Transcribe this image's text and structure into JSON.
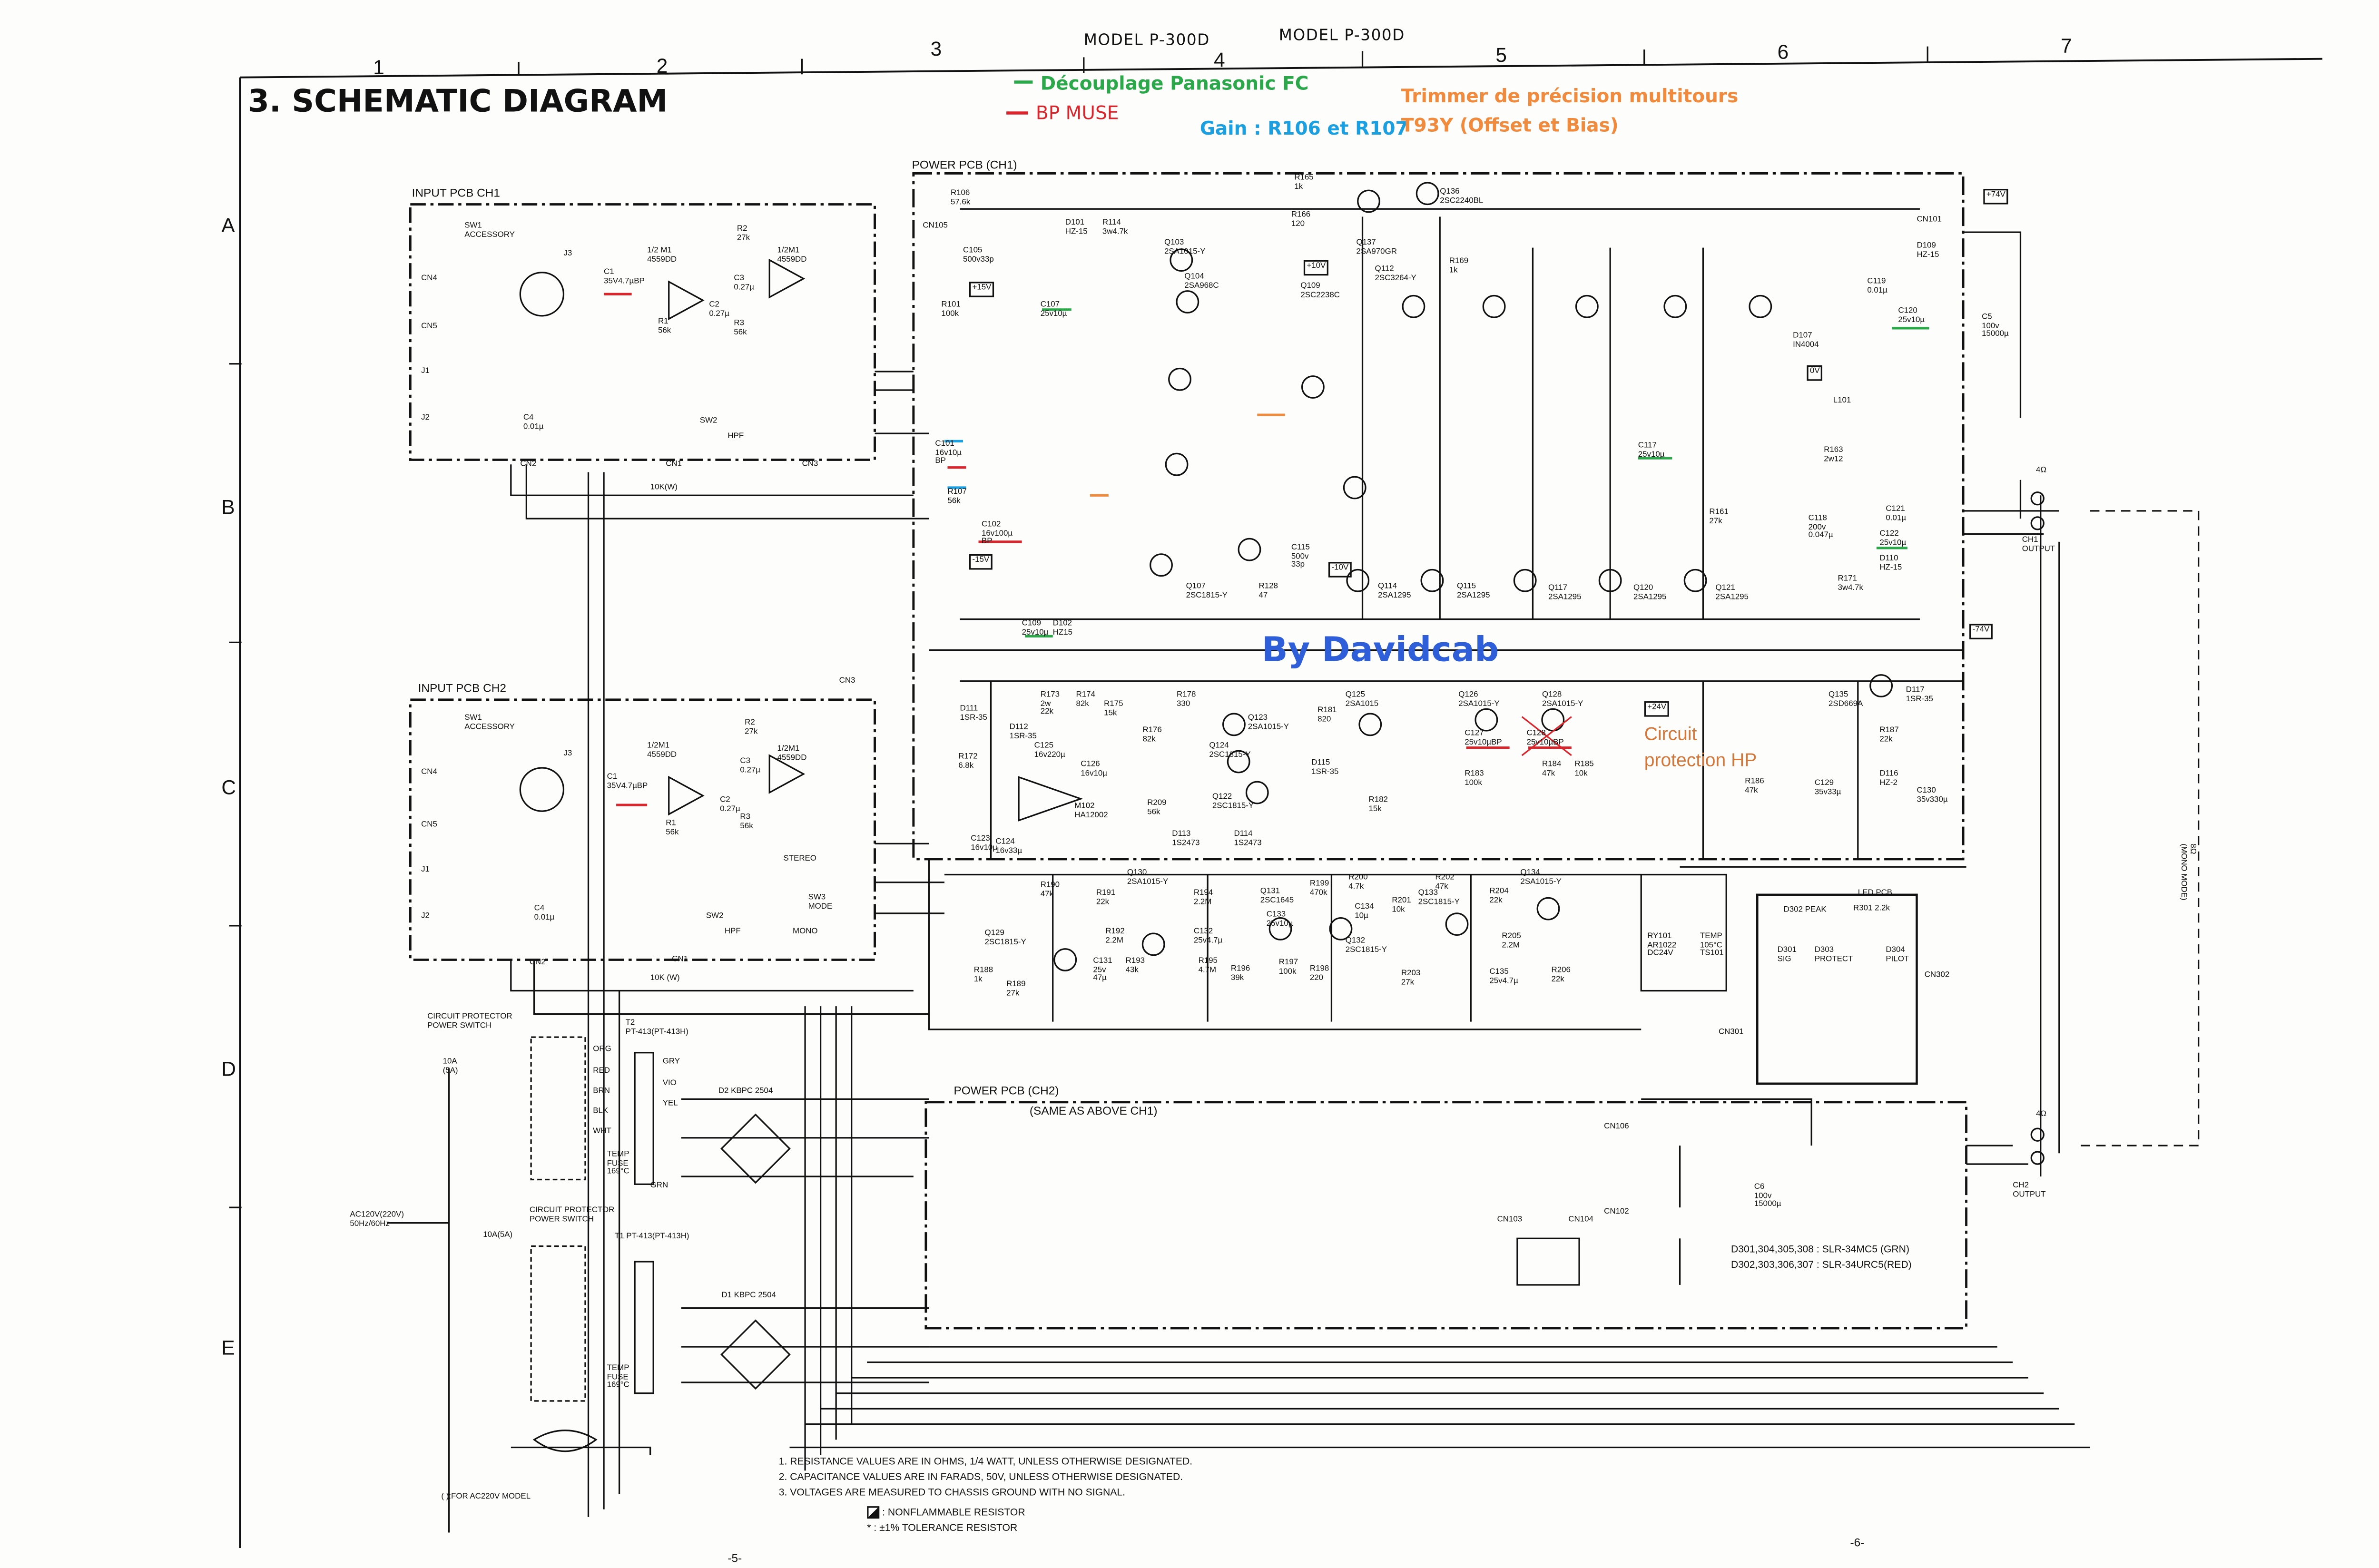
{
  "header": {
    "title": "3. SCHEMATIC DIAGRAM",
    "model_left": "MODEL P-300D",
    "model_right": "MODEL P-300D",
    "columns": [
      "1",
      "2",
      "3",
      "4",
      "5",
      "6",
      "7"
    ],
    "rows": [
      "A",
      "B",
      "C",
      "D",
      "E"
    ]
  },
  "annotations": {
    "decoupling": "Découplage Panasonic FC",
    "bp_muse": "BP MUSE",
    "gain": "Gain : R106 et R107",
    "trimmer_line1": "Trimmer de précision multitours",
    "trimmer_line2": "T93Y (Offset et Bias)",
    "watermark": "By Davidcab",
    "protection_line1": "Circuit",
    "protection_line2": "protection HP",
    "colors": {
      "green": "#2aa84a",
      "red": "#d9252b",
      "blue": "#1a9fe0",
      "orange": "#f08a3c",
      "watermark": "#2f5fd8"
    }
  },
  "blocks": {
    "input_ch1": "INPUT PCB CH1",
    "input_ch2": "INPUT PCB CH2",
    "power_ch1": "POWER PCB (CH1)",
    "power_ch2": "POWER PCB (CH2)",
    "power_ch2_note": "(SAME AS ABOVE CH1)",
    "led_pcb": "LED PCB",
    "breaker1": "CIRCUIT PROTECTOR\nPOWER SWITCH",
    "breaker2": "CIRCUIT PROTECTOR\nPOWER SWITCH",
    "t2": "T2\nPT-413(PT-413H)",
    "t1": "T1 PT-413(PT-413H)",
    "d2": "D2 KBPC 2504",
    "d1": "D1 KBPC 2504",
    "ac_input": "AC120V(220V)\n50Hz/60Hz",
    "ac220_note": "( ):FOR AC220V MODEL",
    "ch1_output": "CH1\nOUTPUT",
    "ch2_output": "CH2\nOUTPUT",
    "mono_mode": "8Ω\n(MONO MODE)",
    "plus74": "+74V",
    "minus74": "-74V",
    "plus24": "+24V",
    "plus15": "+15V",
    "minus15": "-15V",
    "plus10": "+10V",
    "minus10": "-10V",
    "zero_v": "0V",
    "four_ohm_1": "4Ω",
    "four_ohm_2": "4Ω"
  },
  "components": [
    "R106\n57.6k",
    "CN105",
    "C105\n500v33p",
    "D101\nHZ-15",
    "R114\n3w4.7k",
    "Q103\n2SA1015-Y",
    "Q104\n2SA968C",
    "R165\n1k",
    "R166\n120",
    "Q136\n2SC2240BL",
    "Q137\n2SA970GR",
    "Q112\n2SC3264-Y",
    "Q109\n2SC2238C",
    "R169\n1k",
    "CN101",
    "D109\nHZ-15",
    "C119\n0.01µ",
    "C120\n25v10µ",
    "D107\nIN4004",
    "L101",
    "R163\n2w12",
    "C5\n100v\n15000µ",
    "R101\n100k",
    "C101\n16v10µ\nBP",
    "R107\n56k",
    "C102\n16v100µ\nBP",
    "C107\n25v10µ",
    "Q107\n2SC1815-Y",
    "R128\n47",
    "Q114\n2SA1295",
    "Q115\n2SA1295",
    "Q117\n2SA1295",
    "Q120\n2SA1295",
    "Q121\n2SA1295",
    "C109\n25v10µ",
    "D102\nHZ15",
    "C115\n500v\n33p",
    "R161\n27k",
    "C118\n200v\n0.047µ",
    "C121\n0.01µ",
    "C122\n25v10µ",
    "D110\nHZ-15",
    "R171\n3w4.7k",
    "C117\n25v10µ",
    "R173\n2w\n22k",
    "R174\n82k",
    "R175\n15k",
    "R176\n82k",
    "R178\n330",
    "Q123\n2SA1015-Y",
    "Q124\n2SC1815-Y",
    "R181\n820",
    "Q125\n2SA1015",
    "Q126\n2SA1015-Y",
    "Q128\n2SA1015-Y",
    "Q135\n2SD669A",
    "D117\n1SR-35",
    "C127\n25v10µBP",
    "C128\n25v10µBP",
    "R187\n22k",
    "D116\nHZ-2",
    "C130\n35v330µ",
    "C129\n35v33µ",
    "R186\n47k",
    "R184\n47k",
    "R185\n10k",
    "R183\n100k",
    "M102\nHA12002",
    "D113\n1S2473",
    "D114\n1S2473",
    "R209\n56k",
    "Q122\n2SC1815-Y",
    "D115\n1SR-35",
    "R182\n15k",
    "D111\n1SR-35",
    "D112\n1SR-35",
    "R172\n6.8k",
    "C123\n16v10µ",
    "C124\n16v33µ",
    "C125\n16v220µ",
    "C126\n16v10µ",
    "Q130\n2SA1015-Y",
    "R190\n47k",
    "R191\n22k",
    "Q129\n2SC1815-Y",
    "R188\n1k",
    "R189\n27k",
    "C131\n25v\n47µ",
    "R192\n2.2M",
    "R193\n43k",
    "R194\n2.2M",
    "C132\n25v4.7µ",
    "R195\n4.7M",
    "R196\n39k",
    "Q131\n2SC1645",
    "C133\n25v10µ",
    "R199\n470k",
    "R200\n4.7k",
    "C134\n10µ",
    "R197\n100k",
    "R198\n220",
    "Q132\n2SC1815-Y",
    "R201\n10k",
    "R202\n47k",
    "Q133\n2SC1815-Y",
    "Q134\n2SA1015-Y",
    "R204\n22k",
    "R205\n2.2M",
    "R203\n27k",
    "C135\n25v4.7µ",
    "R206\n22k",
    "D302 PEAK",
    "R301 2.2k",
    "D301\nSIG",
    "D303\nPROTECT",
    "D304\nPILOT",
    "RY101\nAR1022\nDC24V",
    "TEMP\n105°C\nTS101",
    "SW1\nACCESSORY",
    "J3",
    "CN4",
    "CN5",
    "J1",
    "J2",
    "C1\n35V4.7µBP",
    "1/2 M1\n4559DD",
    "R2\n27k",
    "C3\n0.27µ",
    "1/2M1\n4559DD",
    "R1\n56k",
    "C2\n0.27µ",
    "R3\n56k",
    "C4\n0.01µ",
    "SW2",
    "HPF",
    "CN1",
    "10K(W)",
    "CN2",
    "CN3",
    "SW1\nACCESSORY",
    "J3",
    "CN4",
    "CN5",
    "J1",
    "J2",
    "C1\n35V4.7µBP",
    "1/2M1\n4559DD",
    "R2\n27k",
    "C3\n0.27µ",
    "1/2M1\n4559DD",
    "R1\n56k",
    "C2\n0.27µ",
    "R3\n56k",
    "C4\n0.01µ",
    "SW2",
    "HPF",
    "SW3\nMODE",
    "STEREO",
    "MONO",
    "CN1",
    "10K (W)",
    "CN2",
    "CN3",
    "10A\n(5A)",
    "10A(5A)",
    "TEMP\nFUSE\n169°C",
    "TEMP\nFUSE\n169°C",
    "ORG",
    "RED",
    "BRN",
    "BLK",
    "WHT",
    "GRY",
    "VIO",
    "YEL",
    "GRN",
    "C6\n100v\n15000µ",
    "CN103",
    "CN104",
    "CN106",
    "CN102",
    "CN301",
    "CN302"
  ],
  "notes": [
    "1.  RESISTANCE VALUES ARE IN OHMS, 1/4 WATT, UNLESS OTHERWISE DESIGNATED.",
    "2.  CAPACITANCE VALUES ARE IN FARADS, 50V, UNLESS OTHERWISE DESIGNATED.",
    "3.  VOLTAGES ARE MEASURED TO CHASSIS GROUND WITH NO SIGNAL."
  ],
  "symbol_legend": {
    "nonflammable": ": NONFLAMMABLE RESISTOR",
    "tolerance": "* : ±1% TOLERANCE RESISTOR"
  },
  "led_legend": [
    "D301,304,305,308 : SLR-34MC5 (GRN)",
    "D302,303,306,307 : SLR-34URC5(RED)"
  ],
  "pages": {
    "left": "-5-",
    "right": "-6-"
  }
}
